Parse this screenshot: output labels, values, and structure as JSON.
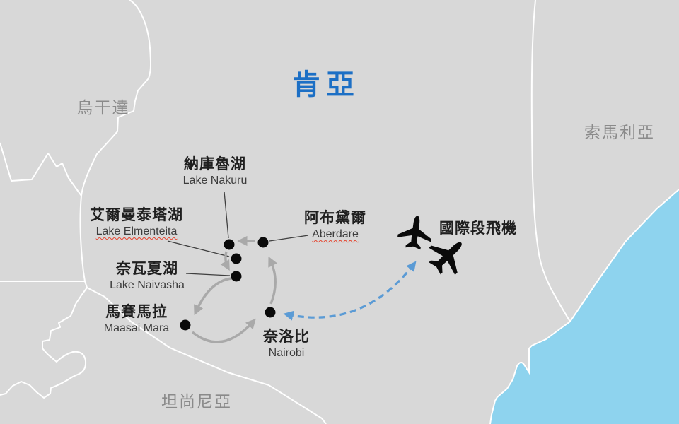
{
  "map": {
    "title": "肯亞",
    "countries": [
      {
        "name": "烏干達"
      },
      {
        "name": "索馬利亞"
      },
      {
        "name": "坦尚尼亞"
      }
    ],
    "locations": [
      {
        "zh": "納庫魯湖",
        "en": "Lake Nakuru",
        "spellcheck_underline": false
      },
      {
        "zh": "艾爾曼泰塔湖",
        "en": "Lake Elmenteita",
        "spellcheck_underline": true
      },
      {
        "zh": "奈瓦夏湖",
        "en": "Lake Naivasha",
        "spellcheck_underline": false
      },
      {
        "zh": "馬賽馬拉",
        "en": "Maasai Mara",
        "spellcheck_underline": false
      },
      {
        "zh": "阿布黛爾",
        "en": "Aberdare",
        "spellcheck_underline": true
      },
      {
        "zh": "奈洛比",
        "en": "Nairobi",
        "spellcheck_underline": false
      }
    ],
    "flight_label": "國際段飛機",
    "route_order": [
      "奈洛比",
      "阿布黛爾",
      "納庫魯湖",
      "奈瓦夏湖",
      "馬賽馬拉",
      "奈洛比"
    ]
  },
  "colors": {
    "land": "#D8D8D8",
    "water": "#8ED3EE",
    "border_white": "#FFFFFF",
    "title_blue": "#1C6FC5",
    "country_gray": "#8A8A8A",
    "label_dark": "#1F1F1F",
    "label_sub": "#3D3D3D",
    "route_gray": "#A9A9A9",
    "flight_blue": "#5B9BD5",
    "dot_black": "#0A0A0A",
    "leader": "#3F3F3F",
    "misspell_red": "#E5432E"
  }
}
